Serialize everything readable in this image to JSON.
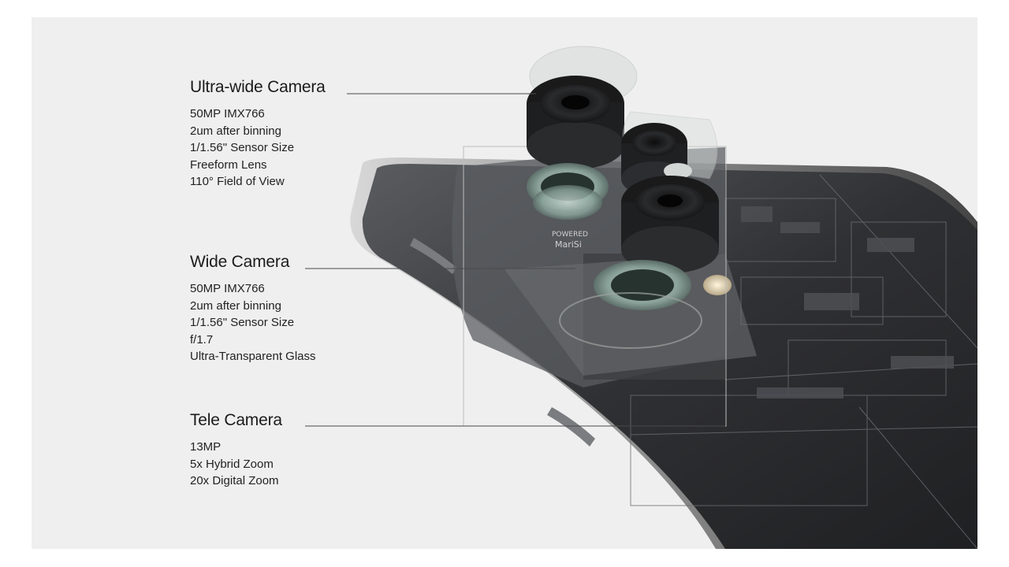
{
  "cameras": [
    {
      "title": "Ultra-wide Camera",
      "specs": [
        "50MP IMX766",
        "2um after binning",
        "1/1.56\" Sensor Size",
        "Freeform Lens",
        "110° Field of View"
      ]
    },
    {
      "title": "Wide Camera",
      "specs": [
        "50MP IMX766",
        "2um after binning",
        "1/1.56\" Sensor Size",
        "f/1.7",
        "Ultra-Transparent Glass"
      ]
    },
    {
      "title": "Tele Camera",
      "specs": [
        "13MP",
        "5x Hybrid Zoom",
        "20x Digital Zoom"
      ]
    }
  ],
  "module_text": [
    "POWERED",
    "MariSi"
  ],
  "colors": {
    "background": "#efefef",
    "text": "#1b1b1b",
    "phone_body": "#3a3b3d",
    "lens_glass": "#8fa9a0"
  }
}
